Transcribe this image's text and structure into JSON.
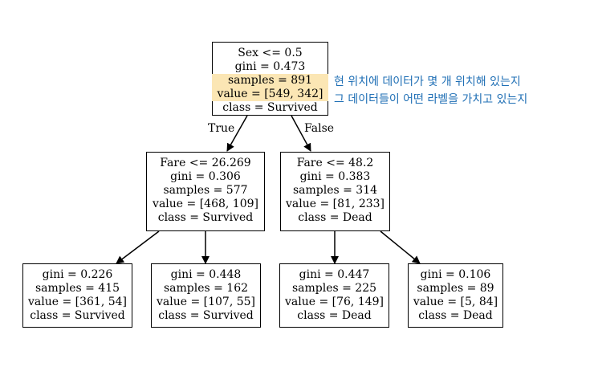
{
  "root": {
    "split": "Sex <= 0.5",
    "gini": "gini = 0.473",
    "samples": "samples = 891",
    "value": "value = [549, 342]",
    "class": "class = Survived"
  },
  "left": {
    "split": "Fare <= 26.269",
    "gini": "gini = 0.306",
    "samples": "samples = 577",
    "value": "value = [468, 109]",
    "class": "class = Survived"
  },
  "right": {
    "split": "Fare <= 48.2",
    "gini": "gini = 0.383",
    "samples": "samples = 314",
    "value": "value = [81, 233]",
    "class": "class = Dead"
  },
  "leaves": [
    {
      "gini": "gini = 0.226",
      "samples": "samples = 415",
      "value": "value = [361, 54]",
      "class": "class = Survived"
    },
    {
      "gini": "gini = 0.448",
      "samples": "samples = 162",
      "value": "value = [107, 55]",
      "class": "class = Survived"
    },
    {
      "gini": "gini = 0.447",
      "samples": "samples = 225",
      "value": "value = [76, 149]",
      "class": "class = Dead"
    },
    {
      "gini": "gini = 0.106",
      "samples": "samples = 89",
      "value": "value = [5, 84]",
      "class": "class = Dead"
    }
  ],
  "edge_labels": {
    "true": "True",
    "false": "False"
  },
  "annotation": {
    "line1": "현 위치에 데이터가 몇 개 위치해 있는지",
    "line2": "그 데이터들이 어떤 라벨을 가치고 있는지"
  },
  "colors": {
    "highlight": "#fbe6b4",
    "annotation_text": "#1f6fb5"
  }
}
